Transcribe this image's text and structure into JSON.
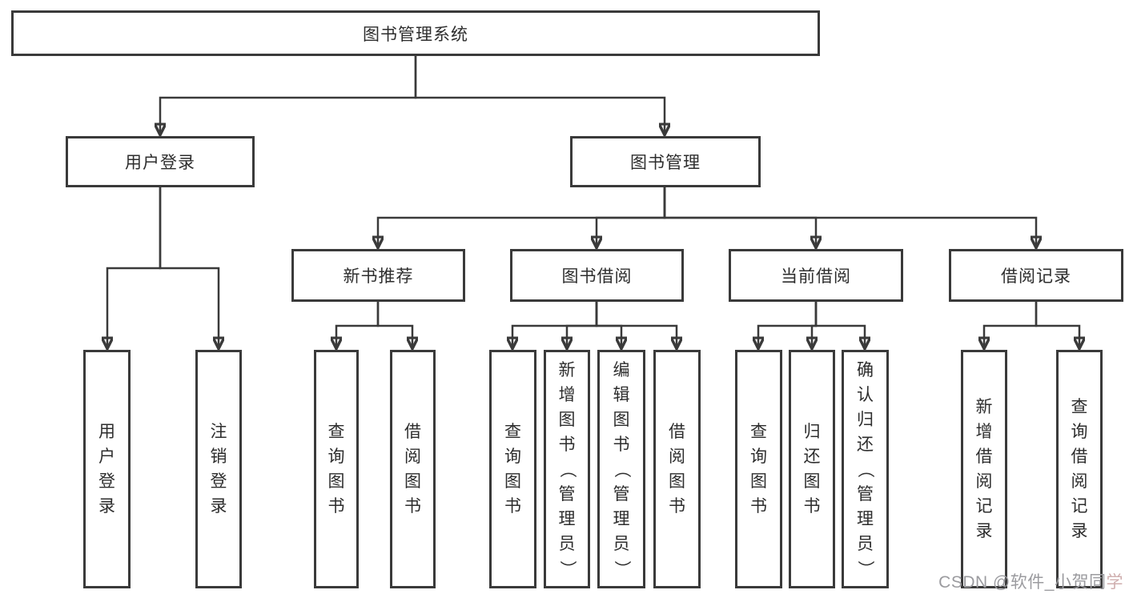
{
  "tree": {
    "label": "图书管理系统",
    "children": [
      {
        "label": "用户登录",
        "children": [
          {
            "label": "用户登录"
          },
          {
            "label": "注销登录"
          }
        ]
      },
      {
        "label": "图书管理",
        "children": [
          {
            "label": "新书推荐",
            "children": [
              {
                "label": "查询图书"
              },
              {
                "label": "借阅图书"
              }
            ]
          },
          {
            "label": "图书借阅",
            "children": [
              {
                "label": "查询图书"
              },
              {
                "label": "新增图书（管理员）"
              },
              {
                "label": "编辑图书（管理员）"
              },
              {
                "label": "借阅图书"
              }
            ]
          },
          {
            "label": "当前借阅",
            "children": [
              {
                "label": "查询图书"
              },
              {
                "label": "归还图书"
              },
              {
                "label": "确认归还（管理员）"
              }
            ]
          },
          {
            "label": "借阅记录",
            "children": [
              {
                "label": "新增借阅记录"
              },
              {
                "label": "查询借阅记录"
              }
            ]
          }
        ]
      }
    ]
  },
  "watermark": {
    "main": "CSDN @软件_小贺同",
    "accent": "学"
  },
  "colors": {
    "line": "#3a3a3a",
    "box_border": "#3a3a3a",
    "text": "#2d2d2d",
    "background": "#ffffff",
    "watermark": "#9b9b9f",
    "watermark_accent": "#cfaeae"
  }
}
